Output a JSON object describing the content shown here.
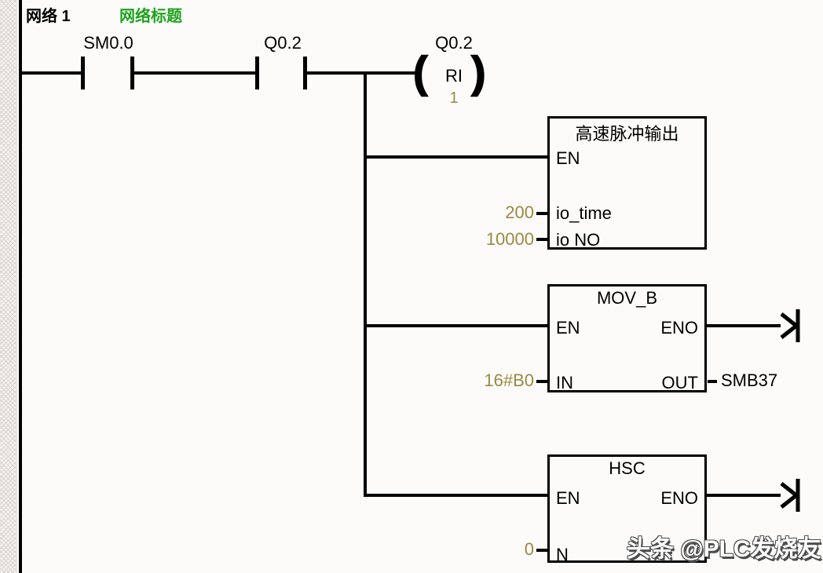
{
  "colors": {
    "value": "#9c8840",
    "green": "#1ea41e",
    "line": "#000000",
    "watermark_outline": "#4d4d4d"
  },
  "header": {
    "network_label": "网络 1",
    "network_title": "网络标题"
  },
  "rung": {
    "contacts": [
      {
        "label": "SM0.0"
      },
      {
        "label": "Q0.2"
      }
    ],
    "coil": {
      "label": "Q0.2",
      "mnemonic": "RI",
      "operand": "1"
    }
  },
  "blocks": [
    {
      "title": "高速脉冲输出",
      "en_label": "EN",
      "inputs": [
        {
          "name": "io_time",
          "value": "200"
        },
        {
          "name": "io NO",
          "value": "10000"
        }
      ]
    },
    {
      "title": "MOV_B",
      "en_label": "EN",
      "eno_label": "ENO",
      "inputs": [
        {
          "name": "IN",
          "value": "16#B0"
        }
      ],
      "output": {
        "name": "OUT",
        "value": "SMB37"
      }
    },
    {
      "title": "HSC",
      "en_label": "EN",
      "eno_label": "ENO",
      "inputs": [
        {
          "name": "N",
          "value": "0"
        }
      ]
    }
  ],
  "watermark": "头条 @PLC发烧友"
}
